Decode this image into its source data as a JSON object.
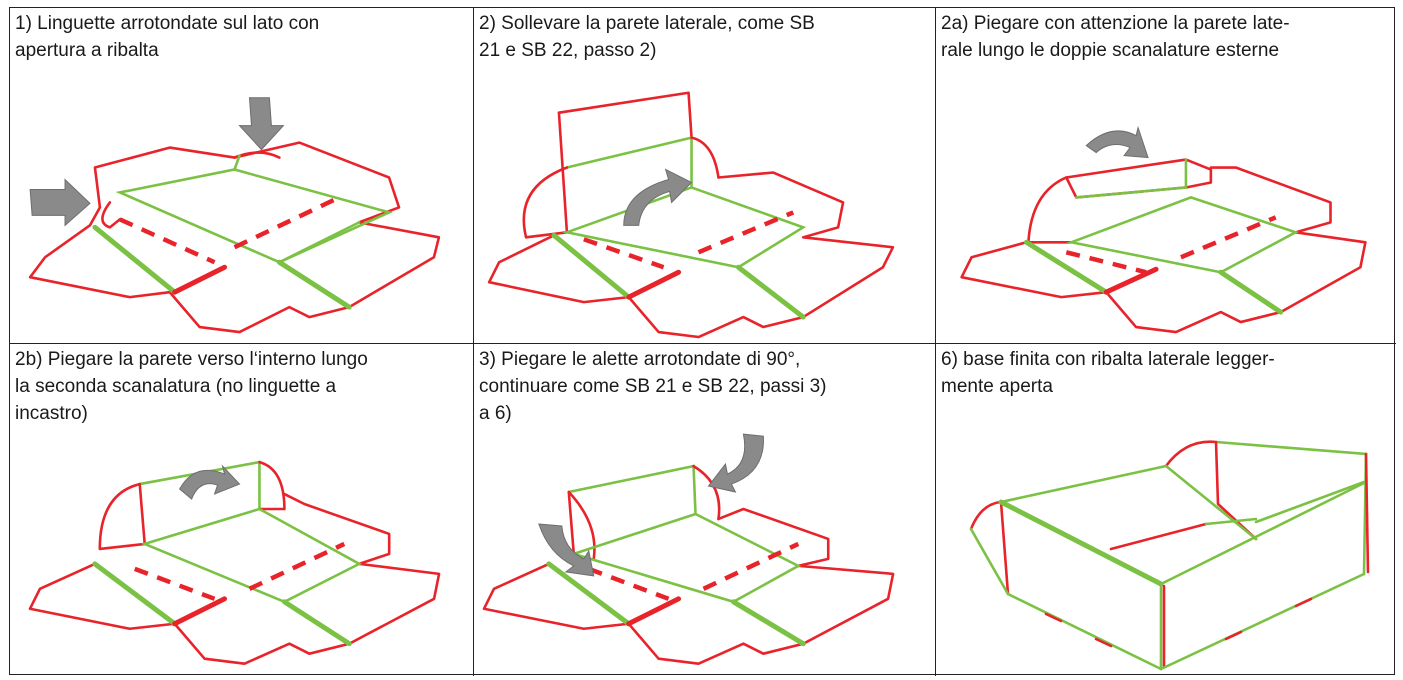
{
  "panels": [
    {
      "lines": [
        "1) Linguette arrotondate sul lato con",
        "apertura a ribalta"
      ]
    },
    {
      "lines": [
        "2) Sollevare la parete laterale, come SB",
        "21 e SB 22, passo 2)"
      ]
    },
    {
      "lines": [
        "2a) Piegare con attenzione la parete late-",
        "rale lungo le doppie scanalature esterne"
      ]
    },
    {
      "lines": [
        "2b) Piegare la parete verso l‘interno lungo",
        "la seconda scanalatura (no linguette a",
        "incastro)"
      ]
    },
    {
      "lines": [
        "3) Piegare le alette arrotondate di 90°,",
        "continuare come SB 21 e SB 22, passi 3)",
        "a 6)"
      ]
    },
    {
      "lines": [
        "6) base finita con ribalta laterale legger-",
        "mente aperta"
      ]
    }
  ],
  "colors": {
    "cut_line": "#e8232a",
    "crease_line": "#7bc143",
    "arrow": "#8a8a8a",
    "border": "#222222"
  },
  "icons": [
    "push-arrow-icon",
    "fold-arrow-icon"
  ]
}
